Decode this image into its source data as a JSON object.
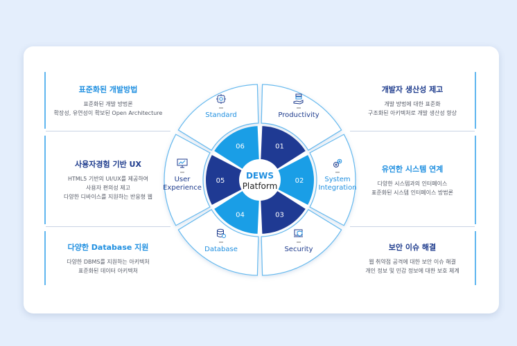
{
  "center": {
    "line1": "DEWS",
    "line2": "Platform"
  },
  "segments": [
    {
      "num": "01",
      "label1": "Productivity",
      "label2": "",
      "icon": "server-hand-icon"
    },
    {
      "num": "02",
      "label1": "System",
      "label2": "Integration",
      "icon": "gears-icon"
    },
    {
      "num": "03",
      "label1": "Security",
      "label2": "",
      "icon": "shield-laptop-icon"
    },
    {
      "num": "04",
      "label1": "Database",
      "label2": "",
      "icon": "database-icon"
    },
    {
      "num": "05",
      "label1": "User",
      "label2": "Experience",
      "icon": "monitor-icon"
    },
    {
      "num": "06",
      "label1": "Standard",
      "label2": "",
      "icon": "settings-icon"
    }
  ],
  "panels": {
    "standard": {
      "title": "표준화된 개발방법",
      "lines": [
        "표준화된 개발 방법론",
        "확장성, 유연성이 확보된 Open Architecture"
      ]
    },
    "ux": {
      "title": "사용자경험 기반 UX",
      "lines": [
        "HTML5 기반의 UI/UX를 제공하여",
        "사용자 편의성 제고",
        "다양한 디바이스를 지원하는  반응형 웹"
      ]
    },
    "database": {
      "title": "다양한 Database 지원",
      "lines": [
        "다양한 DBMS를 지원하는 아키텍처",
        "표준화된 데이터 아키텍처"
      ]
    },
    "productivity": {
      "title": "개발자 생산성 제고",
      "lines": [
        "개발 방법에 대한 표준화",
        "구조화된 아키텍처로 개발 생산성 향상"
      ]
    },
    "integration": {
      "title": "유연한 시스템 연계",
      "lines": [
        "다양한 시스템과의 인터페이스",
        "표준화된 시스템 인터페이스 방법론"
      ]
    },
    "security": {
      "title": "보안 이슈 해결",
      "lines": [
        "웹 취약점 공격에 대한 보안 이슈 해결",
        "개인 정보 및 민감 정보에 대한 보호 체계"
      ]
    }
  },
  "colors": {
    "dark": "#1f3a93",
    "light": "#1a9ee6",
    "outer_border": "#63b8ee",
    "background": "#e4eefc"
  }
}
